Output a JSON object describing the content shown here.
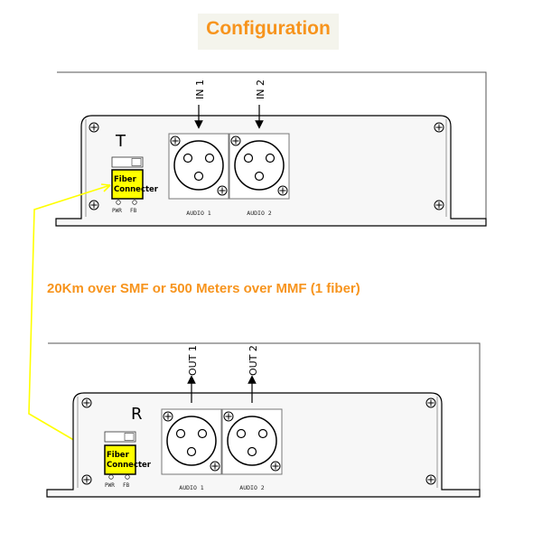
{
  "title": "Configuration",
  "link_text": "20Km over SMF or 500 Meters over MMF (1 fiber)",
  "colors": {
    "accent": "#f7941d",
    "fiber_highlight": "#ffff00"
  },
  "transmitter": {
    "label": "T",
    "inputs": [
      "IN 1",
      "IN 2"
    ],
    "channels": [
      "AUDIO 1",
      "AUDIO 2"
    ],
    "fiber_connector": [
      "Fiber",
      "Connecter"
    ],
    "leds": [
      "PWR",
      "FB"
    ]
  },
  "receiver": {
    "label": "R",
    "outputs": [
      "OUT 1",
      "OUT 2"
    ],
    "channels": [
      "AUDIO 1",
      "AUDIO 2"
    ],
    "fiber_connector": [
      "Fiber",
      "Connecter"
    ],
    "leds": [
      "PWR",
      "FB"
    ]
  }
}
